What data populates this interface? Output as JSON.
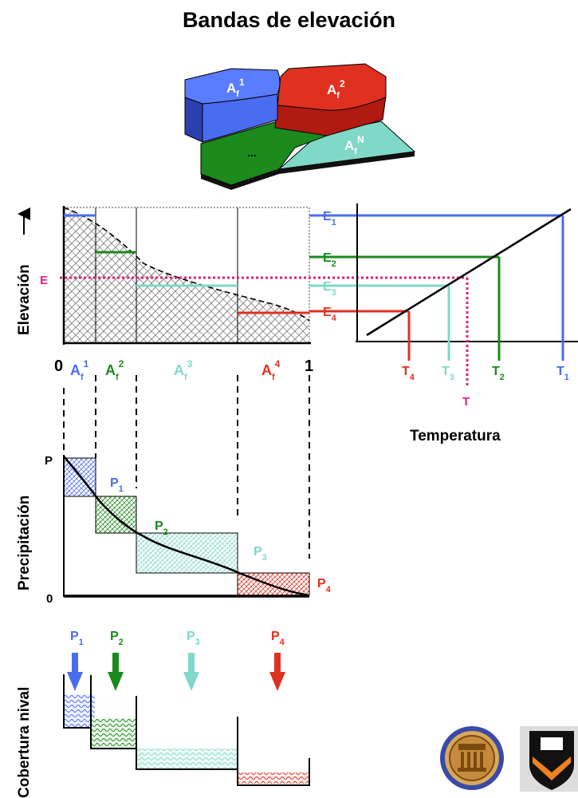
{
  "title": "Bandas de elevación",
  "colors": {
    "band1": "#4a6cf0",
    "band2": "#e03020",
    "band3": "#1c8a1c",
    "band4": "#7fd8c8",
    "magenta": "#e0207a",
    "black": "#000000"
  },
  "block": {
    "band1": "A",
    "band1_sub": "f",
    "band1_sup": "1",
    "band2": "A",
    "band2_sub": "f",
    "band2_sup": "2",
    "bandN": "A",
    "bandN_sub": "f",
    "bandN_sup": "N",
    "middle": "..."
  },
  "hypsometric": {
    "ylabel": "Elevación",
    "e_label": "E",
    "x0": "0",
    "x1": "1",
    "areas": [
      {
        "base": "A",
        "sub": "f",
        "sup": "1"
      },
      {
        "base": "A",
        "sub": "f",
        "sup": "2"
      },
      {
        "base": "A",
        "sub": "f",
        "sup": "3"
      },
      {
        "base": "A",
        "sub": "f",
        "sup": "4"
      }
    ],
    "elevations": [
      {
        "base": "E",
        "sub": "1"
      },
      {
        "base": "E",
        "sub": "2"
      },
      {
        "base": "E",
        "sub": "3"
      },
      {
        "base": "E",
        "sub": "4"
      }
    ]
  },
  "temperature": {
    "xlabel": "Temperatura",
    "t_label": "T",
    "temps": [
      {
        "base": "T",
        "sub": "4"
      },
      {
        "base": "T",
        "sub": "3"
      },
      {
        "base": "T",
        "sub": "2"
      },
      {
        "base": "T",
        "sub": "1"
      }
    ]
  },
  "precip": {
    "ylabel": "Precipitación",
    "p_label": "P",
    "zero_label": "0",
    "bands": [
      {
        "base": "P",
        "sub": "1"
      },
      {
        "base": "P",
        "sub": "2"
      },
      {
        "base": "P",
        "sub": "3"
      },
      {
        "base": "P",
        "sub": "4"
      }
    ]
  },
  "snow": {
    "ylabel": "Cobertura nival",
    "bands": [
      {
        "base": "P",
        "sub": "1"
      },
      {
        "base": "P",
        "sub": "2"
      },
      {
        "base": "P",
        "sub": "3"
      },
      {
        "base": "P",
        "sub": "4"
      }
    ]
  },
  "logos": [
    "university-seal-icon",
    "university-shield-icon"
  ]
}
